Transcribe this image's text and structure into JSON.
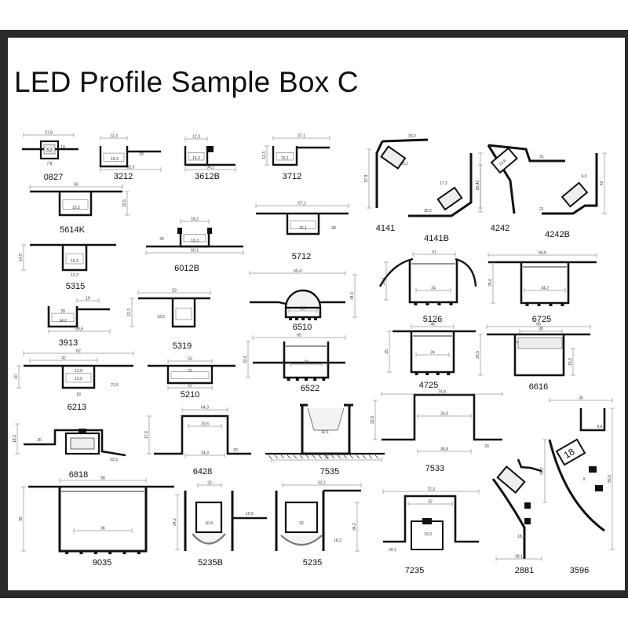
{
  "title": "LED Profile Sample Box C",
  "profiles": [
    {
      "code": "0827",
      "dims": [
        "27,8",
        "5,2",
        "10",
        "7,8"
      ]
    },
    {
      "code": "3212",
      "dims": [
        "12,3",
        "16,3",
        "20",
        "32,3"
      ]
    },
    {
      "code": "3612B",
      "dims": [
        "12,3",
        "16,3",
        "36,2"
      ]
    },
    {
      "code": "3712",
      "dims": [
        "37,1",
        "15,1",
        "12,3"
      ]
    },
    {
      "code": "4141",
      "dims": [
        "30,2",
        "16,1",
        "37,9"
      ]
    },
    {
      "code": "4141B",
      "dims": [
        "17,1",
        "30,2",
        "26,7"
      ]
    },
    {
      "code": "4242",
      "dims": [
        "13,6",
        "21",
        "42"
      ]
    },
    {
      "code": "4242B",
      "dims": [
        "21",
        "42",
        "6,3"
      ]
    },
    {
      "code": "5614K",
      "dims": [
        "56",
        "13,2",
        "15,5"
      ]
    },
    {
      "code": "5712",
      "dims": [
        "57,1",
        "15,1",
        "28"
      ]
    },
    {
      "code": "6012B",
      "dims": [
        "16,2",
        "10,3",
        "20",
        "60,1"
      ]
    },
    {
      "code": "5315",
      "dims": [
        "14,5",
        "16,3",
        "12,3"
      ]
    },
    {
      "code": "6510",
      "dims": [
        "65,4",
        "26",
        "34,6"
      ]
    },
    {
      "code": "5126",
      "dims": [
        "51",
        "24",
        "26,1"
      ]
    },
    {
      "code": "6725",
      "dims": [
        "66,8",
        "34,2",
        "25,6"
      ]
    },
    {
      "code": "3913",
      "dims": [
        "39",
        "19",
        "14,2",
        "39,5"
      ]
    },
    {
      "code": "5319",
      "dims": [
        "53",
        "19,5",
        "12,3"
      ]
    },
    {
      "code": "6213",
      "dims": [
        "62",
        "42",
        "13,9",
        "12,5",
        "18",
        "21,5",
        "10"
      ]
    },
    {
      "code": "5210",
      "dims": [
        "53",
        "22",
        "52"
      ]
    },
    {
      "code": "6522",
      "dims": [
        "65",
        "24",
        "32,6"
      ]
    },
    {
      "code": "4725",
      "dims": [
        "46",
        "24",
        "25"
      ]
    },
    {
      "code": "6616",
      "dims": [
        "66",
        "30",
        "15,3",
        "26,5"
      ]
    },
    {
      "code": "6818",
      "dims": [
        "18,3",
        "20",
        "22,5"
      ]
    },
    {
      "code": "6428",
      "dims": [
        "64,3",
        "20,6",
        "24,3",
        "20",
        "17,6"
      ]
    },
    {
      "code": "7535",
      "dims": [
        "75",
        "32,1"
      ]
    },
    {
      "code": "7533",
      "dims": [
        "74,8",
        "33,5",
        "34,8",
        "20",
        "32,8"
      ]
    },
    {
      "code": "9035",
      "dims": [
        "90",
        "36",
        "35"
      ]
    },
    {
      "code": "5235B",
      "dims": [
        "32",
        "10,9",
        "34,2",
        "19,5"
      ]
    },
    {
      "code": "5235",
      "dims": [
        "52,1",
        "32",
        "34,2",
        "16,2"
      ]
    },
    {
      "code": "7235",
      "dims": [
        "72,3",
        "32",
        "13,3",
        "20,1"
      ]
    },
    {
      "code": "2881",
      "dims": [
        "28,1",
        "35,7",
        "18,2"
      ]
    },
    {
      "code": "3596",
      "dims": [
        "35",
        "18",
        "95,6",
        "6,6",
        "9"
      ]
    }
  ]
}
